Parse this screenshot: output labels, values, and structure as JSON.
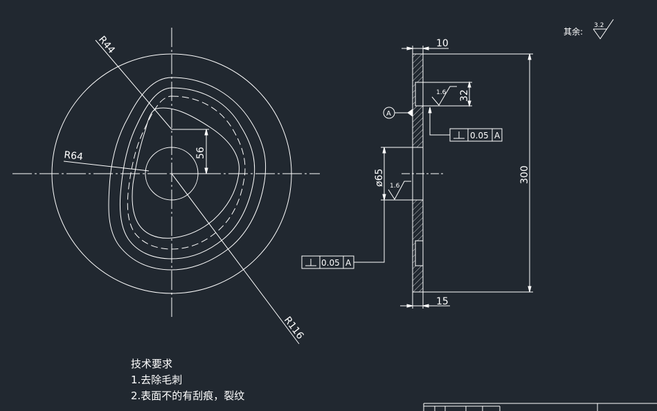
{
  "drawing": {
    "background": "#212830",
    "line_color": "#ffffff",
    "roughness_note": {
      "label": "其余:",
      "value": "3.2"
    },
    "front_view": {
      "dims": {
        "r44": "R44",
        "r64": "R64",
        "r116": "R116",
        "d56": "56"
      }
    },
    "section_view": {
      "dims": {
        "top": "10",
        "bottom": "15",
        "height": "300",
        "dia": "ø65",
        "groove": "32"
      },
      "roughness": {
        "hub": "1.6",
        "groove": "1.6"
      },
      "datum": "A",
      "fcf_upper": {
        "value": "0.05",
        "datum": "A"
      },
      "fcf_lower": {
        "value": "0.05",
        "datum": "A"
      }
    },
    "tech_requirements": {
      "title": "技术要求",
      "items": [
        "1.去除毛刺",
        "2.表面不的有刮痕，裂纹"
      ]
    }
  }
}
